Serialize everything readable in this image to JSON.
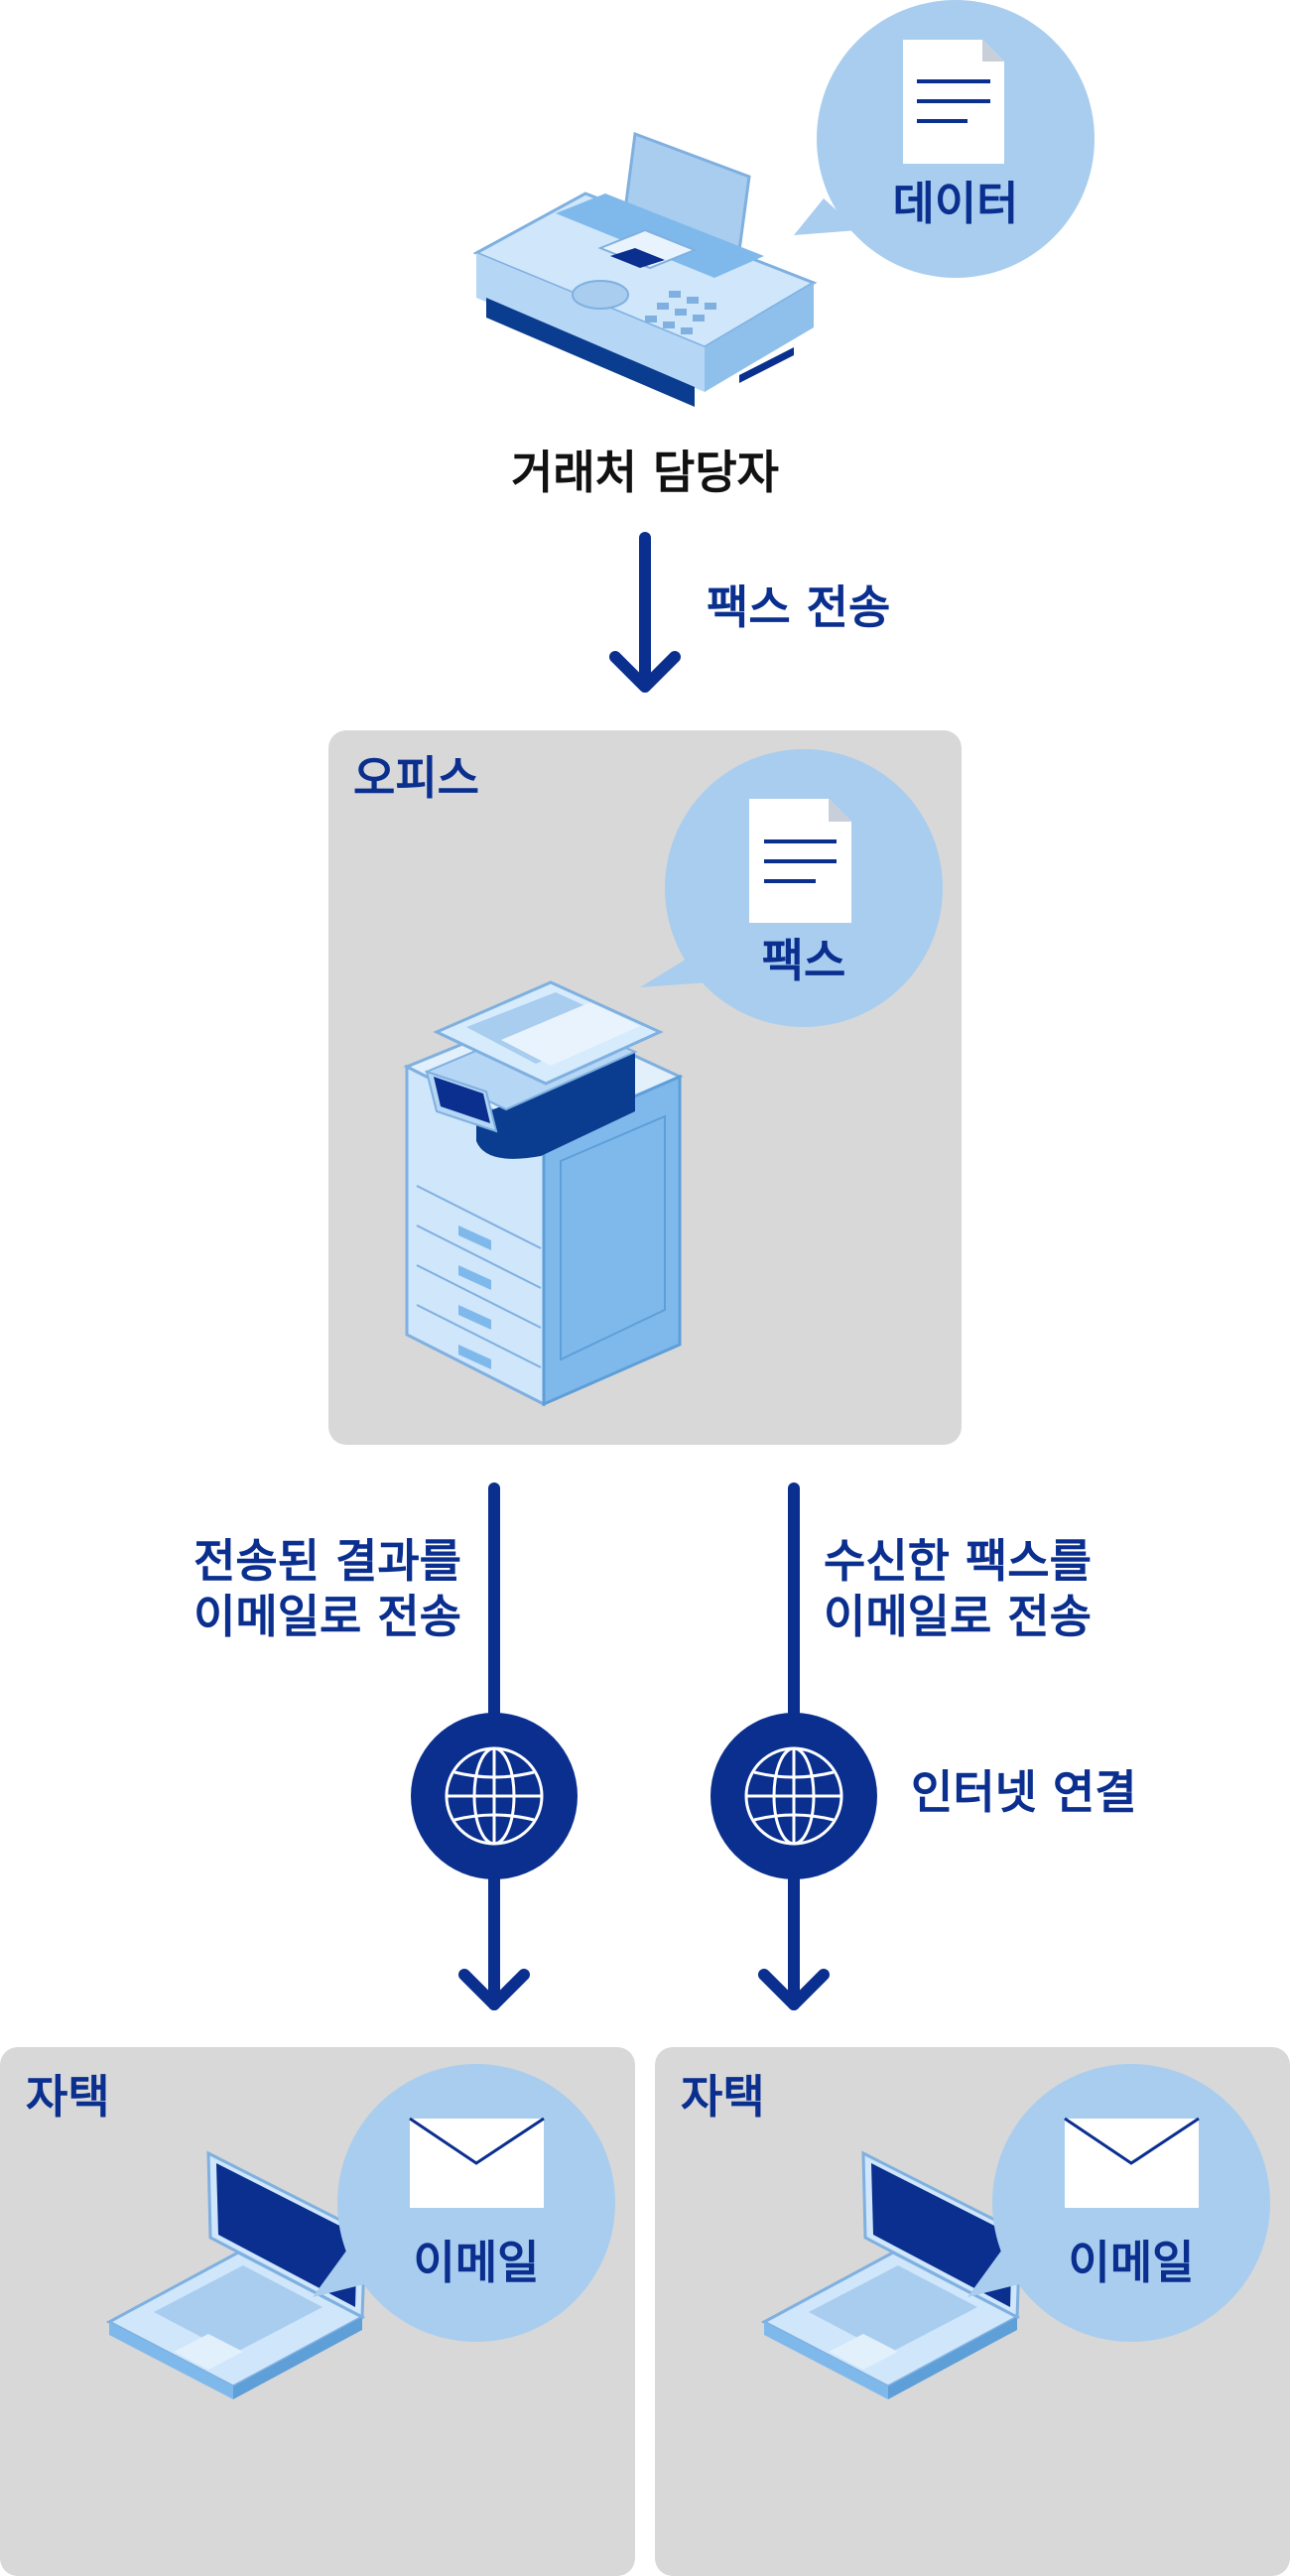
{
  "sender": {
    "caption": "거래처 담당자",
    "bubble": "데이터"
  },
  "flow_fax": {
    "label": "팩스 전송"
  },
  "office": {
    "title": "오피스",
    "bubble": "팩스"
  },
  "flow_left": {
    "line1": "전송된 결과를",
    "line2": "이메일로 전송"
  },
  "flow_right": {
    "line1": "수신한 팩스를",
    "line2": "이메일로 전송"
  },
  "internet": {
    "label": "인터넷 연결"
  },
  "home_left": {
    "title": "자택",
    "bubble": "이메일"
  },
  "home_right": {
    "title": "자택",
    "bubble": "이메일"
  },
  "colors": {
    "navy": "#0a2f8f",
    "bubble": "#a9cdef",
    "box": "#d8d8d8",
    "device": "#cfe6fb"
  }
}
